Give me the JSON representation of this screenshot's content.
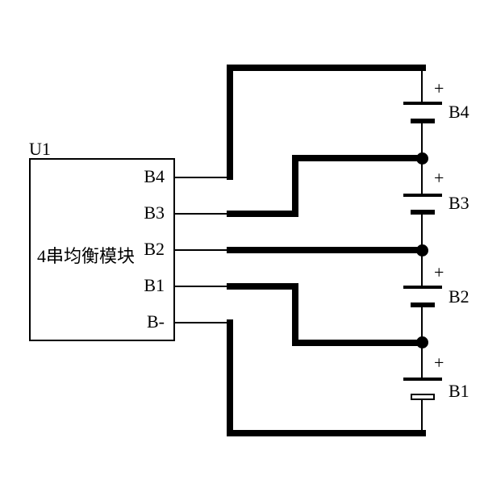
{
  "page": {
    "background_color": "#ffffff",
    "line_color": "#000000",
    "description": "Circuit schematic: 4-cell series battery pack connected to a balancing module"
  },
  "module": {
    "designator": "U1",
    "name": "4串均衡模块",
    "pins": [
      {
        "label": "B4"
      },
      {
        "label": "B3"
      },
      {
        "label": "B2"
      },
      {
        "label": "B1"
      },
      {
        "label": "B-"
      }
    ]
  },
  "batteries": [
    {
      "label": "B4",
      "polarity": "+"
    },
    {
      "label": "B3",
      "polarity": "+"
    },
    {
      "label": "B2",
      "polarity": "+"
    },
    {
      "label": "B1",
      "polarity": "+"
    }
  ]
}
